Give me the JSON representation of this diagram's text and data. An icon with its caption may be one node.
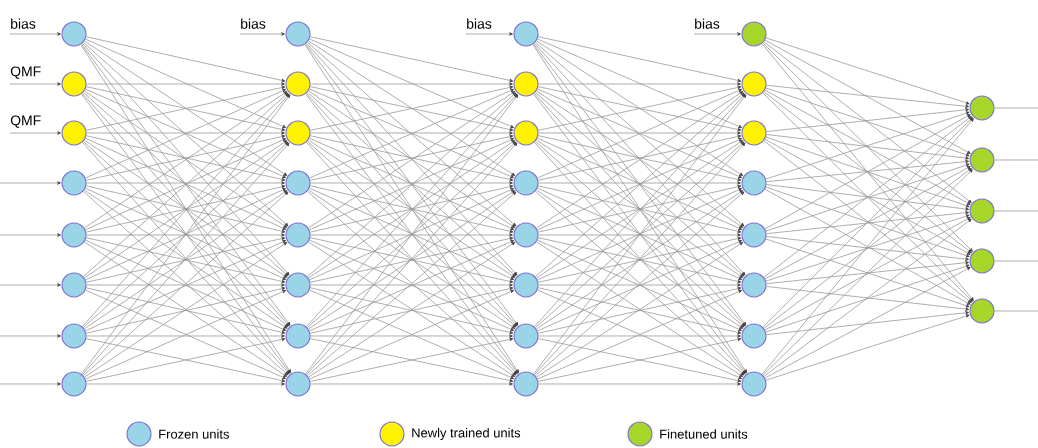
{
  "diagram": {
    "nodes": [
      {
        "text": [],
        "shape": "circle"
      },
      {
        "text": [],
        "shape": "circle"
      },
      {
        "text": [],
        "shape": "circle"
      },
      {
        "text": [],
        "shape": "circle"
      },
      {
        "text": [],
        "shape": "circle"
      },
      {
        "text": [],
        "shape": "circle"
      },
      {
        "text": [],
        "shape": "circle"
      },
      {
        "text": [],
        "shape": "circle"
      },
      {
        "text": [],
        "shape": "circle"
      },
      {
        "text": [],
        "shape": "circle"
      },
      {
        "text": [],
        "shape": "circle"
      },
      {
        "text": [],
        "shape": "circle"
      },
      {
        "text": [],
        "shape": "circle"
      },
      {
        "text": [],
        "shape": "circle"
      },
      {
        "text": [],
        "shape": "circle"
      },
      {
        "text": [],
        "shape": "circle"
      },
      {
        "text": [],
        "shape": "circle"
      },
      {
        "text": [],
        "shape": "circle"
      },
      {
        "text": [],
        "shape": "circle"
      },
      {
        "text": [],
        "shape": "circle"
      },
      {
        "text": [],
        "shape": "circle"
      },
      {
        "text": [],
        "shape": "circle"
      },
      {
        "text": [],
        "shape": "circle"
      },
      {
        "text": [],
        "shape": "circle"
      },
      {
        "text": [],
        "shape": "circle"
      },
      {
        "text": [],
        "shape": "circle"
      },
      {
        "text": [],
        "shape": "circle"
      },
      {
        "text": [],
        "shape": "circle"
      },
      {
        "text": [],
        "shape": "circle"
      },
      {
        "text": [],
        "shape": "circle"
      },
      {
        "text": [],
        "shape": "circle"
      },
      {
        "text": [],
        "shape": "circle"
      },
      {
        "text": [],
        "shape": "circle"
      },
      {
        "text": [],
        "shape": "circle"
      },
      {
        "text": [],
        "shape": "circle"
      },
      {
        "text": [],
        "shape": "circle"
      },
      {
        "text": [],
        "shape": "circle"
      },
      {
        "text": [
          "bias"
        ]
      },
      {
        "text": [
          "QMF"
        ]
      },
      {
        "text": [
          "QMF"
        ]
      },
      {
        "text": [
          "bias"
        ]
      },
      {
        "text": [
          "bias"
        ]
      },
      {
        "text": [
          "bias"
        ]
      }
    ],
    "edges": [
      {
        "from": 37,
        "to": 0,
        "arrow": "to"
      },
      {
        "from": 38,
        "to": 1,
        "arrow": "to"
      },
      {
        "from": 39,
        "to": 2,
        "arrow": "to"
      },
      {
        "from": null,
        "to": 3,
        "arrow": "to"
      },
      {
        "from": null,
        "to": 4,
        "arrow": "to"
      },
      {
        "from": null,
        "to": 5,
        "arrow": "to"
      },
      {
        "from": null,
        "to": 6,
        "arrow": "to"
      },
      {
        "from": null,
        "to": 7,
        "arrow": "to"
      },
      {
        "from": 40,
        "to": 8,
        "arrow": "to"
      },
      {
        "from": 41,
        "to": 16,
        "arrow": "to"
      },
      {
        "from": 42,
        "to": 24,
        "arrow": "to"
      },
      {
        "from": 0,
        "to": 9,
        "arrow": "to"
      },
      {
        "from": 0,
        "to": 10,
        "arrow": "to"
      },
      {
        "from": 0,
        "to": 11,
        "arrow": "to"
      },
      {
        "from": 0,
        "to": 12,
        "arrow": "to"
      },
      {
        "from": 0,
        "to": 13,
        "arrow": "to"
      },
      {
        "from": 0,
        "to": 14,
        "arrow": "to"
      },
      {
        "from": 0,
        "to": 15,
        "arrow": "to"
      },
      {
        "from": 1,
        "to": 9,
        "arrow": "to"
      },
      {
        "from": 1,
        "to": 10,
        "arrow": "to"
      },
      {
        "from": 1,
        "to": 11,
        "arrow": "to"
      },
      {
        "from": 1,
        "to": 12,
        "arrow": "to"
      },
      {
        "from": 1,
        "to": 13,
        "arrow": "to"
      },
      {
        "from": 1,
        "to": 14,
        "arrow": "to"
      },
      {
        "from": 1,
        "to": 15,
        "arrow": "to"
      },
      {
        "from": 2,
        "to": 9,
        "arrow": "to"
      },
      {
        "from": 2,
        "to": 10,
        "arrow": "to"
      },
      {
        "from": 2,
        "to": 11,
        "arrow": "to"
      },
      {
        "from": 2,
        "to": 12,
        "arrow": "to"
      },
      {
        "from": 2,
        "to": 13,
        "arrow": "to"
      },
      {
        "from": 2,
        "to": 14,
        "arrow": "to"
      },
      {
        "from": 2,
        "to": 15,
        "arrow": "to"
      },
      {
        "from": 3,
        "to": 9,
        "arrow": "to"
      },
      {
        "from": 3,
        "to": 10,
        "arrow": "to"
      },
      {
        "from": 3,
        "to": 11,
        "arrow": "to"
      },
      {
        "from": 3,
        "to": 12,
        "arrow": "to"
      },
      {
        "from": 3,
        "to": 13,
        "arrow": "to"
      },
      {
        "from": 3,
        "to": 14,
        "arrow": "to"
      },
      {
        "from": 3,
        "to": 15,
        "arrow": "to"
      },
      {
        "from": 4,
        "to": 9,
        "arrow": "to"
      },
      {
        "from": 4,
        "to": 10,
        "arrow": "to"
      },
      {
        "from": 4,
        "to": 11,
        "arrow": "to"
      },
      {
        "from": 4,
        "to": 12,
        "arrow": "to"
      },
      {
        "from": 4,
        "to": 13,
        "arrow": "to"
      },
      {
        "from": 4,
        "to": 14,
        "arrow": "to"
      },
      {
        "from": 4,
        "to": 15,
        "arrow": "to"
      },
      {
        "from": 5,
        "to": 9,
        "arrow": "to"
      },
      {
        "from": 5,
        "to": 10,
        "arrow": "to"
      },
      {
        "from": 5,
        "to": 11,
        "arrow": "to"
      },
      {
        "from": 5,
        "to": 12,
        "arrow": "to"
      },
      {
        "from": 5,
        "to": 13,
        "arrow": "to"
      },
      {
        "from": 5,
        "to": 14,
        "arrow": "to"
      },
      {
        "from": 5,
        "to": 15,
        "arrow": "to"
      },
      {
        "from": 6,
        "to": 9,
        "arrow": "to"
      },
      {
        "from": 6,
        "to": 10,
        "arrow": "to"
      },
      {
        "from": 6,
        "to": 11,
        "arrow": "to"
      },
      {
        "from": 6,
        "to": 12,
        "arrow": "to"
      },
      {
        "from": 6,
        "to": 13,
        "arrow": "to"
      },
      {
        "from": 6,
        "to": 14,
        "arrow": "to"
      },
      {
        "from": 6,
        "to": 15,
        "arrow": "to"
      },
      {
        "from": 7,
        "to": 9,
        "arrow": "to"
      },
      {
        "from": 7,
        "to": 10,
        "arrow": "to"
      },
      {
        "from": 7,
        "to": 11,
        "arrow": "to"
      },
      {
        "from": 7,
        "to": 12,
        "arrow": "to"
      },
      {
        "from": 7,
        "to": 13,
        "arrow": "to"
      },
      {
        "from": 7,
        "to": 14,
        "arrow": "to"
      },
      {
        "from": 7,
        "to": 15,
        "arrow": "to"
      },
      {
        "from": 8,
        "to": 17,
        "arrow": "to"
      },
      {
        "from": 8,
        "to": 18,
        "arrow": "to"
      },
      {
        "from": 8,
        "to": 19,
        "arrow": "to"
      },
      {
        "from": 8,
        "to": 20,
        "arrow": "to"
      },
      {
        "from": 8,
        "to": 21,
        "arrow": "to"
      },
      {
        "from": 8,
        "to": 22,
        "arrow": "to"
      },
      {
        "from": 8,
        "to": 23,
        "arrow": "to"
      },
      {
        "from": 9,
        "to": 17,
        "arrow": "to"
      },
      {
        "from": 9,
        "to": 18,
        "arrow": "to"
      },
      {
        "from": 9,
        "to": 19,
        "arrow": "to"
      },
      {
        "from": 9,
        "to": 20,
        "arrow": "to"
      },
      {
        "from": 9,
        "to": 21,
        "arrow": "to"
      },
      {
        "from": 9,
        "to": 22,
        "arrow": "to"
      },
      {
        "from": 9,
        "to": 23,
        "arrow": "to"
      },
      {
        "from": 10,
        "to": 17,
        "arrow": "to"
      },
      {
        "from": 10,
        "to": 18,
        "arrow": "to"
      },
      {
        "from": 10,
        "to": 19,
        "arrow": "to"
      },
      {
        "from": 10,
        "to": 20,
        "arrow": "to"
      },
      {
        "from": 10,
        "to": 21,
        "arrow": "to"
      },
      {
        "from": 10,
        "to": 22,
        "arrow": "to"
      },
      {
        "from": 10,
        "to": 23,
        "arrow": "to"
      },
      {
        "from": 11,
        "to": 17,
        "arrow": "to"
      },
      {
        "from": 11,
        "to": 18,
        "arrow": "to"
      },
      {
        "from": 11,
        "to": 19,
        "arrow": "to"
      },
      {
        "from": 11,
        "to": 20,
        "arrow": "to"
      },
      {
        "from": 11,
        "to": 21,
        "arrow": "to"
      },
      {
        "from": 11,
        "to": 22,
        "arrow": "to"
      },
      {
        "from": 11,
        "to": 23,
        "arrow": "to"
      },
      {
        "from": 12,
        "to": 17,
        "arrow": "to"
      },
      {
        "from": 12,
        "to": 18,
        "arrow": "to"
      },
      {
        "from": 12,
        "to": 19,
        "arrow": "to"
      },
      {
        "from": 12,
        "to": 20,
        "arrow": "to"
      },
      {
        "from": 12,
        "to": 21,
        "arrow": "to"
      },
      {
        "from": 12,
        "to": 22,
        "arrow": "to"
      },
      {
        "from": 12,
        "to": 23,
        "arrow": "to"
      },
      {
        "from": 13,
        "to": 17,
        "arrow": "to"
      },
      {
        "from": 13,
        "to": 18,
        "arrow": "to"
      },
      {
        "from": 13,
        "to": 19,
        "arrow": "to"
      },
      {
        "from": 13,
        "to": 20,
        "arrow": "to"
      },
      {
        "from": 13,
        "to": 21,
        "arrow": "to"
      },
      {
        "from": 13,
        "to": 22,
        "arrow": "to"
      },
      {
        "from": 13,
        "to": 23,
        "arrow": "to"
      },
      {
        "from": 14,
        "to": 17,
        "arrow": "to"
      },
      {
        "from": 14,
        "to": 18,
        "arrow": "to"
      },
      {
        "from": 14,
        "to": 19,
        "arrow": "to"
      },
      {
        "from": 14,
        "to": 20,
        "arrow": "to"
      },
      {
        "from": 14,
        "to": 21,
        "arrow": "to"
      },
      {
        "from": 14,
        "to": 22,
        "arrow": "to"
      },
      {
        "from": 14,
        "to": 23,
        "arrow": "to"
      },
      {
        "from": 15,
        "to": 17,
        "arrow": "to"
      },
      {
        "from": 15,
        "to": 18,
        "arrow": "to"
      },
      {
        "from": 15,
        "to": 19,
        "arrow": "to"
      },
      {
        "from": 15,
        "to": 20,
        "arrow": "to"
      },
      {
        "from": 15,
        "to": 21,
        "arrow": "to"
      },
      {
        "from": 15,
        "to": 22,
        "arrow": "to"
      },
      {
        "from": 15,
        "to": 23,
        "arrow": "to"
      },
      {
        "from": 16,
        "to": 25,
        "arrow": "to"
      },
      {
        "from": 16,
        "to": 26,
        "arrow": "to"
      },
      {
        "from": 16,
        "to": 27,
        "arrow": "to"
      },
      {
        "from": 16,
        "to": 28,
        "arrow": "to"
      },
      {
        "from": 16,
        "to": 29,
        "arrow": "to"
      },
      {
        "from": 16,
        "to": 30,
        "arrow": "to"
      },
      {
        "from": 16,
        "to": 31,
        "arrow": "to"
      },
      {
        "from": 17,
        "to": 25,
        "arrow": "to"
      },
      {
        "from": 17,
        "to": 26,
        "arrow": "to"
      },
      {
        "from": 17,
        "to": 27,
        "arrow": "to"
      },
      {
        "from": 17,
        "to": 28,
        "arrow": "to"
      },
      {
        "from": 17,
        "to": 29,
        "arrow": "to"
      },
      {
        "from": 17,
        "to": 30,
        "arrow": "to"
      },
      {
        "from": 17,
        "to": 31,
        "arrow": "to"
      },
      {
        "from": 18,
        "to": 25,
        "arrow": "to"
      },
      {
        "from": 18,
        "to": 26,
        "arrow": "to"
      },
      {
        "from": 18,
        "to": 27,
        "arrow": "to"
      },
      {
        "from": 18,
        "to": 28,
        "arrow": "to"
      },
      {
        "from": 18,
        "to": 29,
        "arrow": "to"
      },
      {
        "from": 18,
        "to": 30,
        "arrow": "to"
      },
      {
        "from": 18,
        "to": 31,
        "arrow": "to"
      },
      {
        "from": 19,
        "to": 25,
        "arrow": "to"
      },
      {
        "from": 19,
        "to": 26,
        "arrow": "to"
      },
      {
        "from": 19,
        "to": 27,
        "arrow": "to"
      },
      {
        "from": 19,
        "to": 28,
        "arrow": "to"
      },
      {
        "from": 19,
        "to": 29,
        "arrow": "to"
      },
      {
        "from": 19,
        "to": 30,
        "arrow": "to"
      },
      {
        "from": 19,
        "to": 31,
        "arrow": "to"
      },
      {
        "from": 20,
        "to": 25,
        "arrow": "to"
      },
      {
        "from": 20,
        "to": 26,
        "arrow": "to"
      },
      {
        "from": 20,
        "to": 27,
        "arrow": "to"
      },
      {
        "from": 20,
        "to": 28,
        "arrow": "to"
      },
      {
        "from": 20,
        "to": 29,
        "arrow": "to"
      },
      {
        "from": 20,
        "to": 30,
        "arrow": "to"
      },
      {
        "from": 20,
        "to": 31,
        "arrow": "to"
      },
      {
        "from": 21,
        "to": 25,
        "arrow": "to"
      },
      {
        "from": 21,
        "to": 26,
        "arrow": "to"
      },
      {
        "from": 21,
        "to": 27,
        "arrow": "to"
      },
      {
        "from": 21,
        "to": 28,
        "arrow": "to"
      },
      {
        "from": 21,
        "to": 29,
        "arrow": "to"
      },
      {
        "from": 21,
        "to": 30,
        "arrow": "to"
      },
      {
        "from": 21,
        "to": 31,
        "arrow": "to"
      },
      {
        "from": 22,
        "to": 25,
        "arrow": "to"
      },
      {
        "from": 22,
        "to": 26,
        "arrow": "to"
      },
      {
        "from": 22,
        "to": 27,
        "arrow": "to"
      },
      {
        "from": 22,
        "to": 28,
        "arrow": "to"
      },
      {
        "from": 22,
        "to": 29,
        "arrow": "to"
      },
      {
        "from": 22,
        "to": 30,
        "arrow": "to"
      },
      {
        "from": 22,
        "to": 31,
        "arrow": "to"
      },
      {
        "from": 23,
        "to": 25,
        "arrow": "to"
      },
      {
        "from": 23,
        "to": 26,
        "arrow": "to"
      },
      {
        "from": 23,
        "to": 27,
        "arrow": "to"
      },
      {
        "from": 23,
        "to": 28,
        "arrow": "to"
      },
      {
        "from": 23,
        "to": 29,
        "arrow": "to"
      },
      {
        "from": 23,
        "to": 30,
        "arrow": "to"
      },
      {
        "from": 23,
        "to": 31,
        "arrow": "to"
      },
      {
        "from": 24,
        "to": 32,
        "arrow": "to"
      },
      {
        "from": 24,
        "to": 33,
        "arrow": "to"
      },
      {
        "from": 24,
        "to": 34,
        "arrow": "to"
      },
      {
        "from": 24,
        "to": 35,
        "arrow": "to"
      },
      {
        "from": 24,
        "to": 36,
        "arrow": "to"
      },
      {
        "from": 25,
        "to": 32,
        "arrow": "to"
      },
      {
        "from": 25,
        "to": 33,
        "arrow": "to"
      },
      {
        "from": 25,
        "to": 34,
        "arrow": "to"
      },
      {
        "from": 25,
        "to": 35,
        "arrow": "to"
      },
      {
        "from": 25,
        "to": 36,
        "arrow": "to"
      },
      {
        "from": 26,
        "to": 32,
        "arrow": "to"
      },
      {
        "from": 26,
        "to": 33,
        "arrow": "to"
      },
      {
        "from": 26,
        "to": 34,
        "arrow": "to"
      },
      {
        "from": 26,
        "to": 35,
        "arrow": "to"
      },
      {
        "from": 26,
        "to": 36,
        "arrow": "to"
      },
      {
        "from": 27,
        "to": 32,
        "arrow": "to"
      },
      {
        "from": 27,
        "to": 33,
        "arrow": "to"
      },
      {
        "from": 27,
        "to": 34,
        "arrow": "to"
      },
      {
        "from": 27,
        "to": 35,
        "arrow": "to"
      },
      {
        "from": 27,
        "to": 36,
        "arrow": "to"
      },
      {
        "from": 28,
        "to": 32,
        "arrow": "to"
      },
      {
        "from": 28,
        "to": 33,
        "arrow": "to"
      },
      {
        "from": 28,
        "to": 34,
        "arrow": "to"
      },
      {
        "from": 28,
        "to": 35,
        "arrow": "to"
      },
      {
        "from": 28,
        "to": 36,
        "arrow": "to"
      },
      {
        "from": 29,
        "to": 32,
        "arrow": "to"
      },
      {
        "from": 29,
        "to": 33,
        "arrow": "to"
      },
      {
        "from": 29,
        "to": 34,
        "arrow": "to"
      },
      {
        "from": 29,
        "to": 35,
        "arrow": "to"
      },
      {
        "from": 29,
        "to": 36,
        "arrow": "to"
      },
      {
        "from": 30,
        "to": 32,
        "arrow": "to"
      },
      {
        "from": 30,
        "to": 33,
        "arrow": "to"
      },
      {
        "from": 30,
        "to": 34,
        "arrow": "to"
      },
      {
        "from": 30,
        "to": 35,
        "arrow": "to"
      },
      {
        "from": 30,
        "to": 36,
        "arrow": "to"
      },
      {
        "from": 31,
        "to": 32,
        "arrow": "to"
      },
      {
        "from": 31,
        "to": 33,
        "arrow": "to"
      },
      {
        "from": 31,
        "to": 34,
        "arrow": "to"
      },
      {
        "from": 31,
        "to": 35,
        "arrow": "to"
      },
      {
        "from": 31,
        "to": 36,
        "arrow": "to"
      },
      {
        "from": 32,
        "to": null,
        "arrow": "none"
      },
      {
        "from": 33,
        "to": null,
        "arrow": "none"
      },
      {
        "from": 34,
        "to": null,
        "arrow": "none"
      },
      {
        "from": 35,
        "to": null,
        "arrow": "none"
      },
      {
        "from": 36,
        "to": null,
        "arrow": "none"
      }
    ],
    "legend": [
      {
        "text": "Frozen units",
        "color": "#99d5e6"
      },
      {
        "text": "Newly trained units",
        "color": "#fff200"
      },
      {
        "text": "Finetuned units",
        "color": "#a6d62a"
      }
    ]
  }
}
